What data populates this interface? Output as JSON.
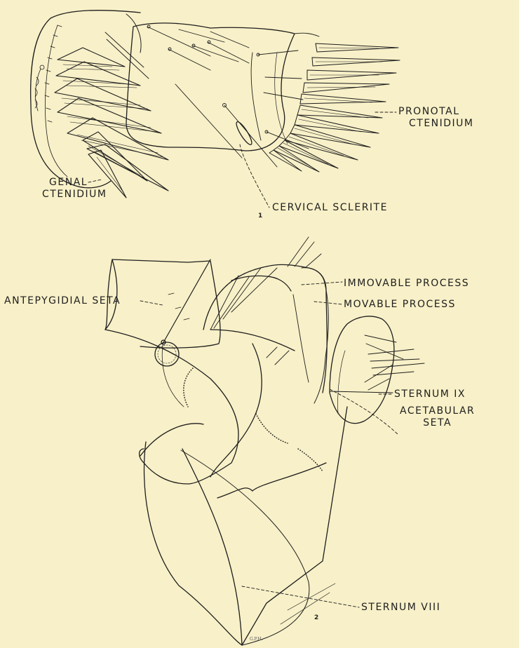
{
  "figure1": {
    "number": "1",
    "labels": {
      "pronotal_ctenidium": [
        "PRONOTAL",
        "CTENIDIUM"
      ],
      "genal_ctenidium": [
        "GENAL",
        "CTENIDIUM"
      ],
      "cervical_sclerite": "CERVICAL SCLERITE"
    }
  },
  "figure2": {
    "number": "2",
    "labels": {
      "antepygidial_seta": "ANTEPYGIDIAL SETA",
      "immovable_process": "IMMOVABLE PROCESS",
      "movable_process": "MOVABLE PROCESS",
      "sternum_ix": "STERNUM IX",
      "acetabular_seta": [
        "ACETABULAR",
        "SETA"
      ],
      "sternum_viii": "STERNUM VIII"
    },
    "artist_initials": "G.P.H."
  },
  "colors": {
    "background": "#f8f0c8",
    "ink": "#1e1e1e"
  }
}
